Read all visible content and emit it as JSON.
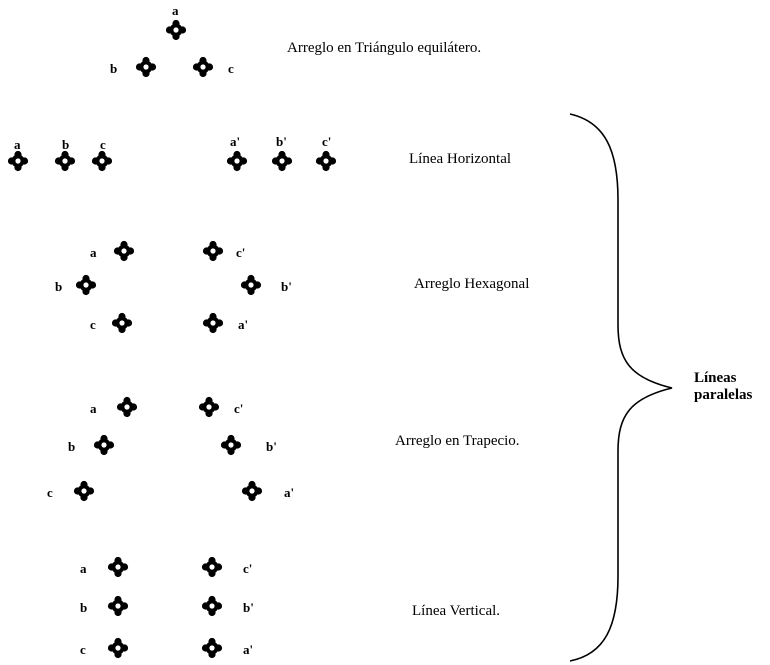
{
  "arrangements": [
    {
      "key": "triangle",
      "title": "Arreglo en Triángulo equilátero.",
      "labels": {
        "a": "a",
        "b": "b",
        "c": "c"
      }
    },
    {
      "key": "horizontal",
      "title": "Línea Horizontal",
      "labels": {
        "a": "a",
        "b": "b",
        "c": "c",
        "a2": "a'",
        "b2": "b'",
        "c2": "c'"
      }
    },
    {
      "key": "hexagonal",
      "title": "Arreglo Hexagonal",
      "labels": {
        "a": "a",
        "b": "b",
        "c": "c",
        "a2": "a'",
        "b2": "b'",
        "c2": "c'"
      }
    },
    {
      "key": "trapezoid",
      "title": "Arreglo en Trapecio.",
      "labels": {
        "a": "a",
        "b": "b",
        "c": "c",
        "a2": "a'",
        "b2": "b'",
        "c2": "c'"
      }
    },
    {
      "key": "vertical",
      "title": "Línea Vertical.",
      "labels": {
        "a": "a",
        "b": "b",
        "c": "c",
        "a2": "a'",
        "b2": "b'",
        "c2": "c'"
      }
    }
  ],
  "brace_label": [
    "Líneas",
    "paralelas"
  ],
  "icon": "bundled-conductor-icon"
}
